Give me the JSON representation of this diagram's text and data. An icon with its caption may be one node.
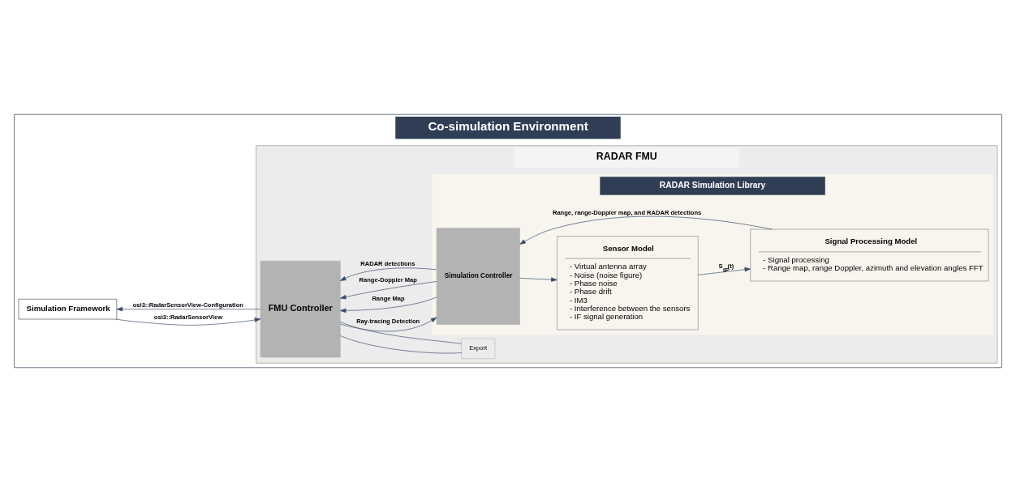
{
  "diagram": {
    "nodes": [
      {
        "text": [
          "Co-simulation Environment"
        ]
      },
      {
        "text": [
          "Simulation Framework"
        ],
        "in": 0
      },
      {
        "text": [
          "RADAR FMU"
        ],
        "in": 0
      },
      {
        "text": [
          "FMU Controller"
        ],
        "in": 2
      },
      {
        "text": [
          "Export"
        ],
        "in": 2
      },
      {
        "text": [
          "RADAR Simulation Library"
        ],
        "in": 2
      },
      {
        "text": [
          "Simulation Controller"
        ],
        "in": 5
      },
      {
        "text": [
          "Sensor Model",
          "- Virtual antenna array",
          "- Noise (noise figure)",
          "- Phase noise",
          "- Phase drift",
          "- IM3",
          "- Interference between the sensors",
          "- IF signal generation"
        ],
        "in": 5
      },
      {
        "text": [
          "Signal Processing Model",
          "- Signal processing",
          "- Range map, range Doppler, azimuth and elevation angles FFT"
        ],
        "in": 5
      }
    ],
    "edges": [
      {
        "from": 1,
        "to": 3,
        "arrow": "to",
        "label": "osi3::RadarSensorView"
      },
      {
        "from": 3,
        "to": 1,
        "arrow": "to",
        "label": "osi3::RadarSensorView-Configuration"
      },
      {
        "from": 3,
        "to": 6,
        "arrow": "to",
        "label": "Ray-tracing Detection"
      },
      {
        "from": 6,
        "to": 3,
        "arrow": "to",
        "label": "Range Map"
      },
      {
        "from": 6,
        "to": 3,
        "arrow": "to",
        "label": "Range-Doppler Map"
      },
      {
        "from": 6,
        "to": 3,
        "arrow": "to",
        "label": "RADAR detections"
      },
      {
        "from": 3,
        "to": 4,
        "arrow": "none"
      },
      {
        "from": 3,
        "to": 4,
        "arrow": "none"
      },
      {
        "from": 6,
        "to": 7,
        "arrow": "to"
      },
      {
        "from": 7,
        "to": 8,
        "arrow": "to",
        "label": "S$_{IF}$(t)"
      },
      {
        "from": 8,
        "to": 6,
        "arrow": "to",
        "label": "Range, range-Doppler map, and RADAR detections"
      }
    ]
  }
}
